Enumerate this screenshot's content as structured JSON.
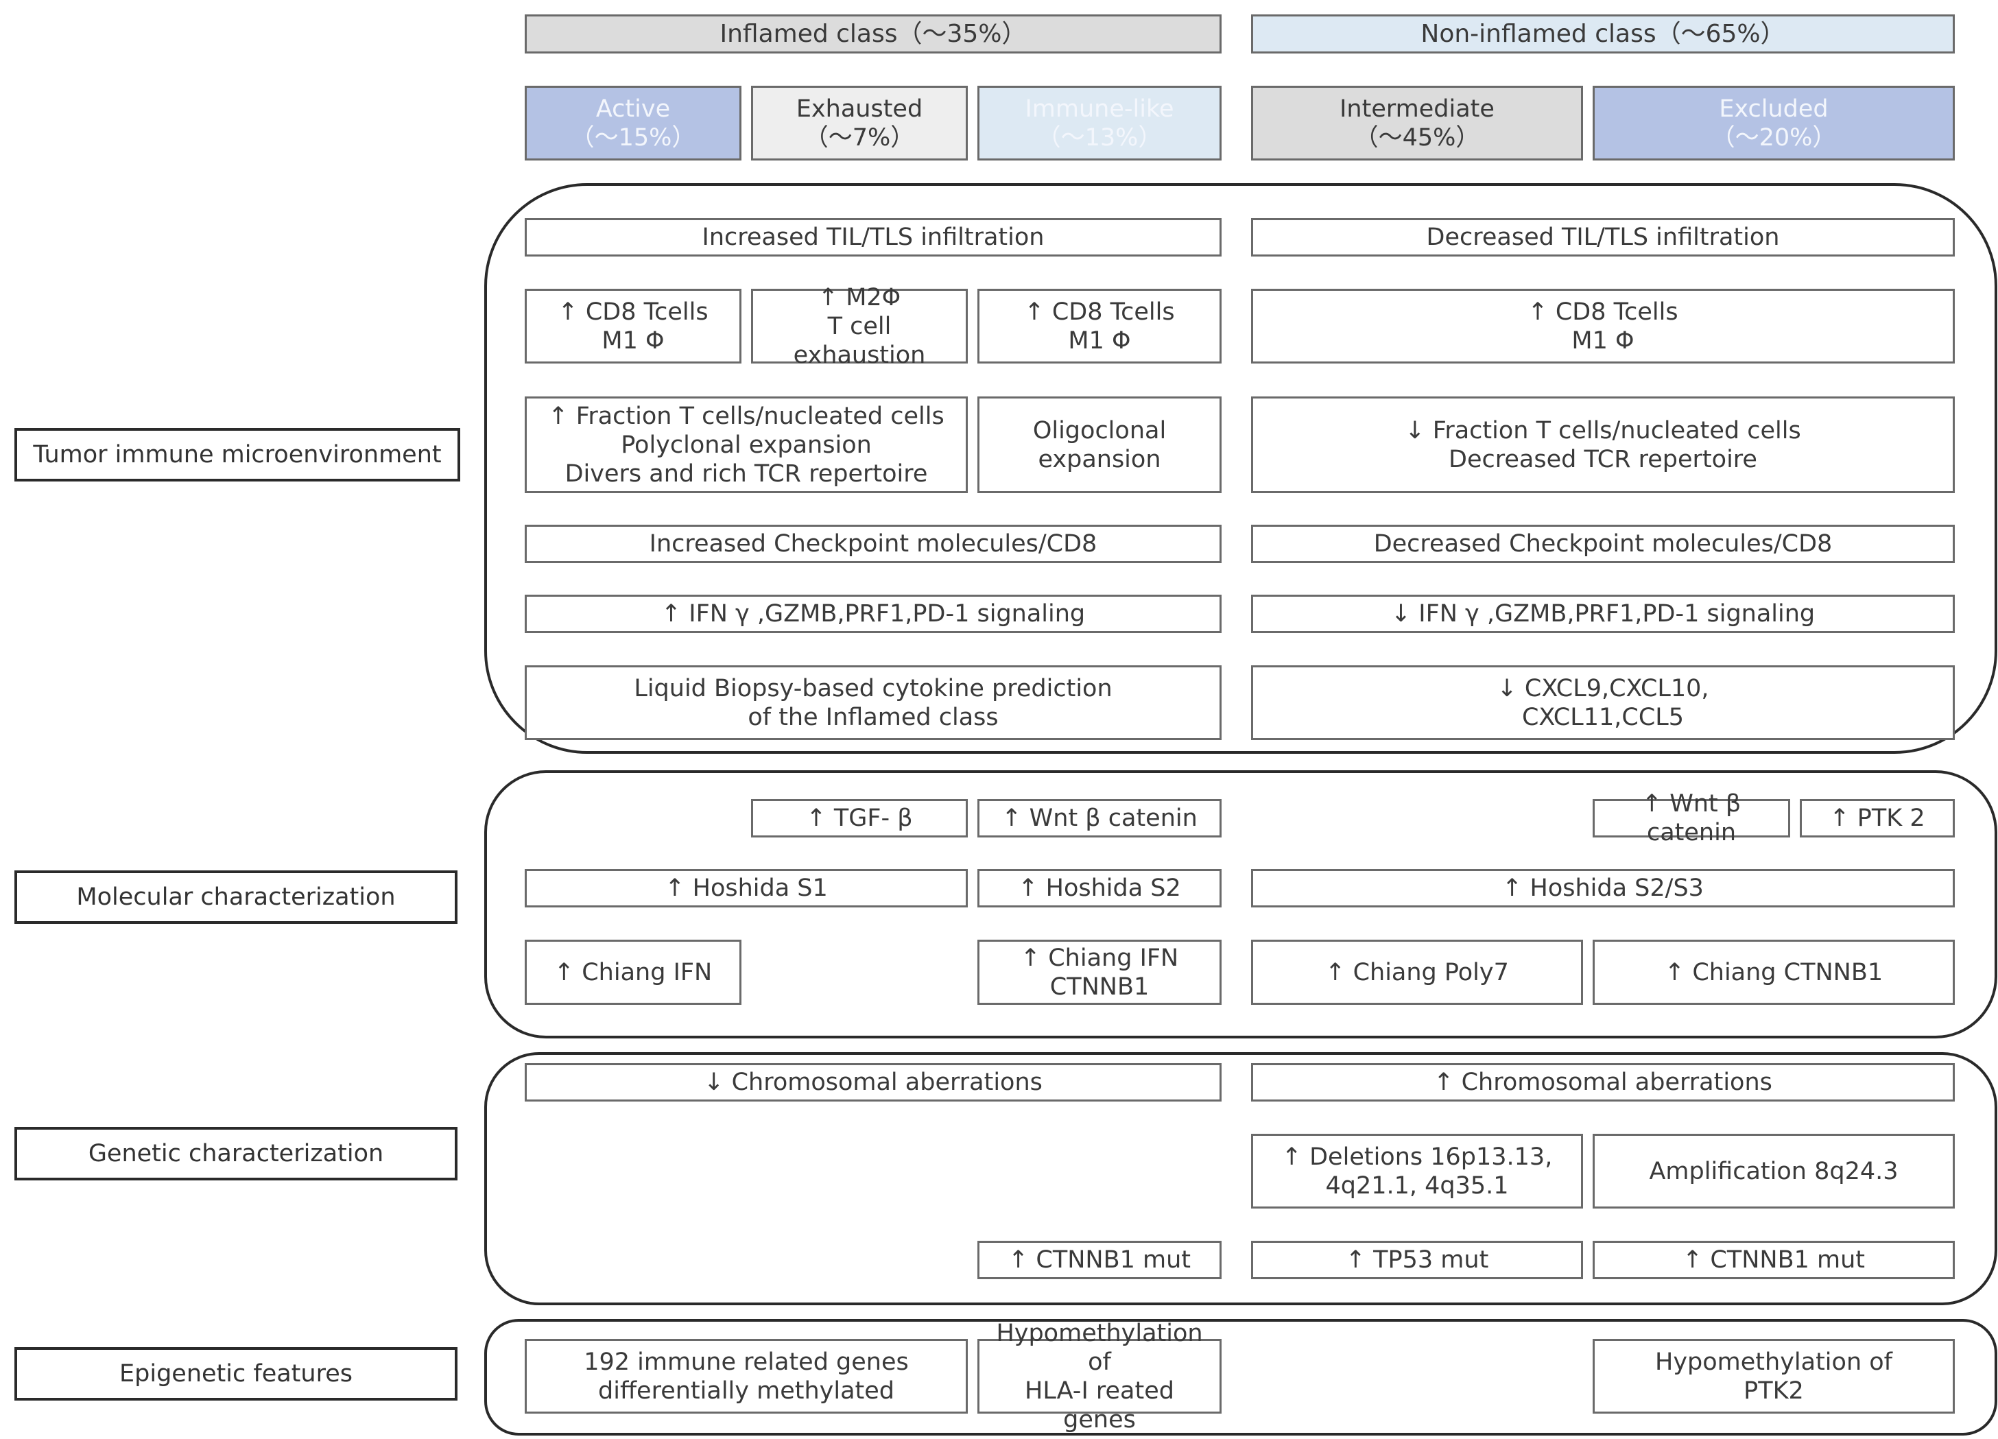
{
  "classes": {
    "inflamed": "Inflamed class（〜35%）",
    "noninflamed": "Non-inflamed class（〜65%）"
  },
  "subclasses": {
    "active": "Active\n（〜15%）",
    "exhausted": "Exhausted\n（〜7%）",
    "immune_like": "Immune-like\n（〜13%）",
    "intermediate": "Intermediate\n（〜45%）",
    "excluded": "Excluded\n（〜20%）"
  },
  "row_labels": {
    "tme": "Tumor immune microenvironment",
    "molecular": "Molecular characterization",
    "genetic": "Genetic characterization",
    "epigenetic": "Epigenetic features"
  },
  "tme": {
    "til_increased": "Increased TIL/TLS infiltration",
    "til_decreased": "Decreased TIL/TLS infiltration",
    "active_cells": "↑ CD8 Tcells\nM1 Φ",
    "exhausted_cells": "↑ M2Φ\nT cell exhaustion",
    "immune_like_cells": "↑ CD8 Tcells\nM1 Φ",
    "noninflamed_cells": "↑ CD8 Tcells\nM1 Φ",
    "fraction_up": "↑ Fraction T cells/nucleated cells\nPolyclonal expansion\nDivers and rich TCR repertoire",
    "oligoclonal": "Oligoclonal\nexpansion",
    "fraction_down": "↓ Fraction T cells/nucleated cells\nDecreased TCR repertoire",
    "checkpoint_up": "Increased Checkpoint molecules/CD8",
    "checkpoint_down": "Decreased Checkpoint molecules/CD8",
    "ifn_up": "↑ IFN γ ,GZMB,PRF1,PD-1 signaling",
    "ifn_down": "↓ IFN γ ,GZMB,PRF1,PD-1 signaling",
    "liquid_biopsy": "Liquid Biopsy-based cytokine prediction\nof the Inflamed class",
    "cxcl": "↓ CXCL9,CXCL10,\nCXCL11,CCL5"
  },
  "molecular": {
    "tgf": "↑ TGF- β",
    "wnt_inflamed": "↑ Wnt β catenin",
    "wnt_noninflamed": "↑ Wnt β catenin",
    "ptk2": "↑ PTK 2",
    "hoshida_s1": "↑ Hoshida S1",
    "hoshida_s2": "↑ Hoshida S2",
    "hoshida_s2s3": "↑ Hoshida S2/S3",
    "chiang_ifn": "↑ Chiang IFN",
    "chiang_ifn_ctnnb1": "↑ Chiang IFN\nCTNNB1",
    "chiang_poly7": "↑ Chiang Poly7",
    "chiang_ctnnb1": "↑ Chiang CTNNB1"
  },
  "genetic": {
    "chrom_down": "↓ Chromosomal aberrations",
    "chrom_up": "↑ Chromosomal aberrations",
    "deletions": "↑ Deletions 16p13.13,\n4q21.1, 4q35.1",
    "amplification": "Amplification 8q24.3",
    "ctnnb1_mut_inflamed": "↑ CTNNB1 mut",
    "tp53_mut": "↑ TP53 mut",
    "ctnnb1_mut_excluded": "↑ CTNNB1 mut"
  },
  "epigenetic": {
    "immune_genes": "192 immune related genes\ndifferentially methylated",
    "hla": "Hypomethylation of\nHLA-I reated genes",
    "ptk2": "Hypomethylation of\nPTK2"
  },
  "colors": {
    "grey": "#dcdcdc",
    "light_grey": "#eeeeee",
    "light_blue": "#dde9f3",
    "blue": "#b4c2e4"
  }
}
